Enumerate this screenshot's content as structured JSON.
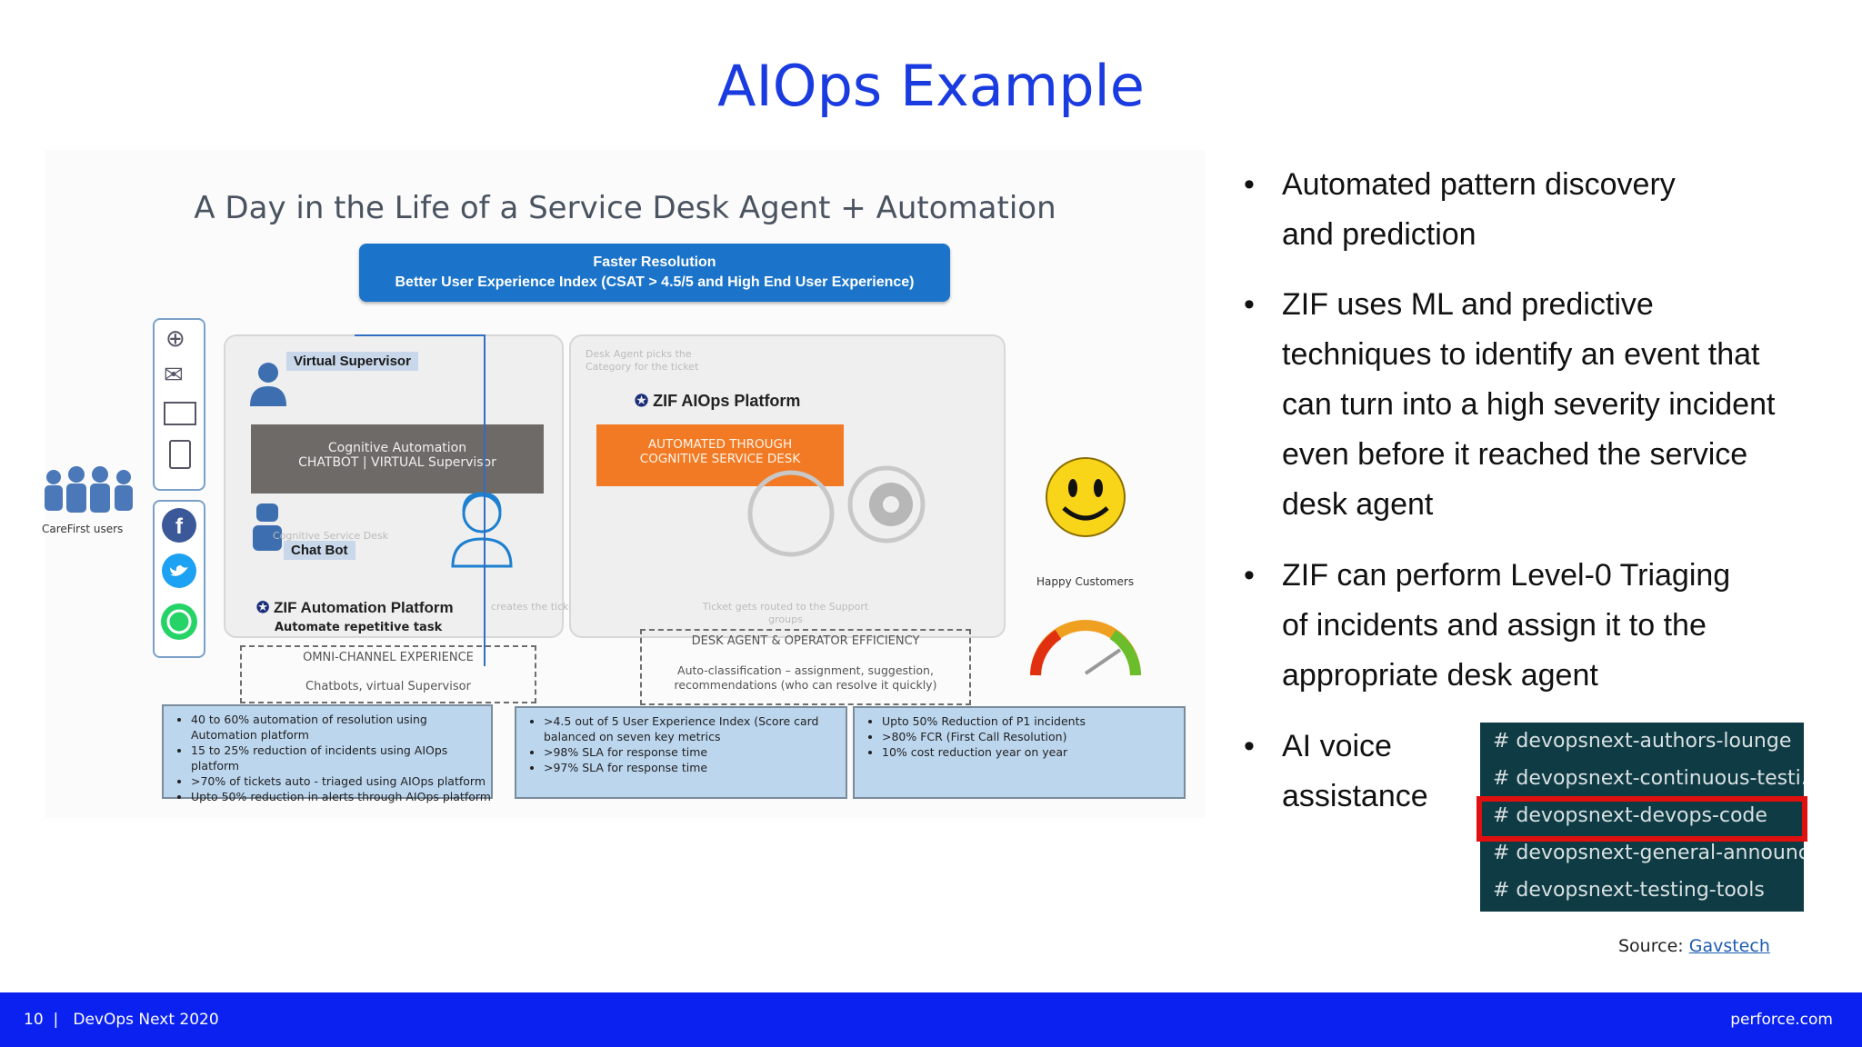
{
  "slide": {
    "title": "AIOps Example"
  },
  "diagram": {
    "title": "A Day in the Life of a Service Desk Agent + Automation",
    "banner_line1": "Faster Resolution",
    "banner_line2": "Better User Experience Index (CSAT > 4.5/5 and High End User Experience)",
    "users_label": "CareFirst users",
    "virtual_supervisor": "Virtual Supervisor",
    "cognitive_line1": "Cognitive Automation",
    "cognitive_line2": "CHATBOT | VIRTUAL Supervisor",
    "chat_bot": "Chat Bot",
    "zif_automation": "ZIF Automation Platform",
    "automate_task": "Automate repetitive task",
    "cognitive_service_desk_faded": "Cognitive Service Desk",
    "creates_ticket_faded": "creates the ticket",
    "desk_agent_picks": "Desk Agent picks the Category for the ticket",
    "zif_aiops": "ZIF AIOps Platform",
    "automated_line1": "AUTOMATED THROUGH",
    "automated_line2": "COGNITIVE SERVICE DESK",
    "ticket_routed": "Ticket gets routed to the Support groups",
    "happy_customers": "Happy Customers",
    "omni_channel": "OMNI-CHANNEL EXPERIENCE",
    "chatbots": "Chatbots, virtual Supervisor",
    "desk_efficiency": "DESK AGENT & OPERATOR EFFICIENCY",
    "auto_classification": "Auto-classification – assignment, suggestion, recommendations (who can resolve it quickly)",
    "metrics_left": [
      "40 to 60% automation of resolution using Automation platform",
      "15 to 25% reduction of incidents using AIOps platform",
      ">70% of tickets auto - triaged using AIOps platform",
      "Upto 50% reduction in alerts through AIOps platform"
    ],
    "metrics_middle": [
      ">4.5 out of 5 User Experience Index (Score card balanced on seven key metrics",
      ">98% SLA for response time",
      ">97% SLA for response time"
    ],
    "metrics_right": [
      "Upto 50% Reduction of P1 incidents",
      ">80% FCR (First Call Resolution)",
      "10% cost reduction year on year"
    ]
  },
  "bullets": [
    {
      "line1": "Automated pattern discovery",
      "line2": "and prediction"
    },
    {
      "lines": [
        "ZIF uses ML and predictive",
        "techniques to identify an event that",
        "can turn into a high severity incident",
        "even before it reached the service",
        "desk agent"
      ]
    },
    {
      "lines": [
        "ZIF can perform Level-0 Triaging",
        "of incidents and assign it to the",
        "appropriate desk agent"
      ]
    },
    {
      "lines": [
        "AI voice",
        "assistance"
      ]
    }
  ],
  "slack": {
    "channels": [
      "# devopsnext-authors-lounge",
      "# devopsnext-continuous-testi...",
      "# devopsnext-devops-code",
      "# devopsnext-general-announc...",
      "# devopsnext-testing-tools"
    ],
    "highlighted_index": 2
  },
  "source": {
    "prefix": "Source:",
    "link": "Gavstech"
  },
  "footer": {
    "left": "10  |   DevOps Next 2020",
    "right": "perforce.com"
  },
  "colors": {
    "title": "#1a3be0",
    "footer": "#0a21f0",
    "highlight": "#e01010"
  }
}
